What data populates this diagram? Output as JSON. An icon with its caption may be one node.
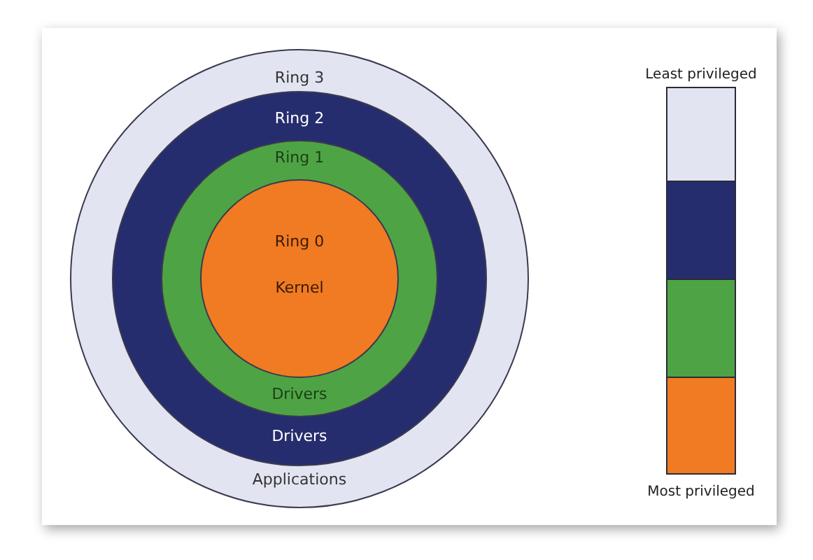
{
  "diagram": {
    "nodes": [
      {
        "text": [
          "Ring 3",
          "Applications"
        ]
      },
      {
        "text": [
          "Ring 2",
          "Drivers"
        ],
        "in": 0
      },
      {
        "text": [
          "Ring 1",
          "Drivers"
        ],
        "in": 1
      },
      {
        "text": [
          "Ring 0",
          "Kernel"
        ],
        "in": 2
      },
      {
        "text": [],
        "shape": "box",
        "beside": [
          "Least privileged"
        ]
      },
      {
        "text": [],
        "shape": "box"
      },
      {
        "text": [],
        "shape": "box"
      },
      {
        "text": [],
        "shape": "box",
        "beside": [
          "Most privileged"
        ]
      }
    ]
  }
}
